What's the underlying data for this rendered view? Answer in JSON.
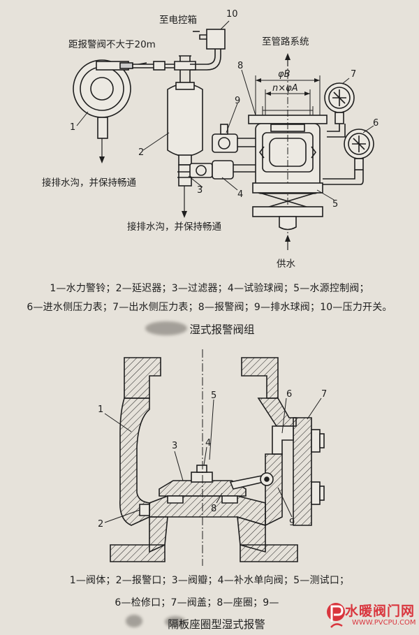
{
  "top_diagram": {
    "labels": {
      "to_control_box": "至电控箱",
      "distance_note": "距报警阀不大于20m",
      "to_pipe_system": "至管路系统",
      "phi_b": "φB",
      "n_phi_a": "n×φA",
      "drain_left": "接排水沟，并保持畅通",
      "drain_center": "接排水沟，并保持畅通",
      "water_supply": "供水"
    },
    "numbers": [
      "1",
      "2",
      "3",
      "4",
      "5",
      "6",
      "7",
      "8",
      "9",
      "10"
    ],
    "legend_line1": "1—水力警铃；2—延迟器；3—过滤器；4—试验球阀；5—水源控制阀；",
    "legend_line2": "6—进水侧压力表；7—出水侧压力表；8—报警阀；9—排水球阀；10—压力开关。",
    "title": "湿式报警阀组"
  },
  "bottom_diagram": {
    "numbers": [
      "1",
      "2",
      "3",
      "4",
      "5",
      "6",
      "7",
      "8",
      "9"
    ],
    "legend_line1": "1—阀体；2—报警口；3—阀瓣；4—补水单向阀；5—测试口；",
    "legend_line2": "6—检修口；7—阀盖；8—座圈；9—",
    "title": "隔板座圈型湿式报警"
  },
  "watermark": {
    "site_name": "水暖阀门网",
    "url": "WWW.PVCPU.COM"
  }
}
